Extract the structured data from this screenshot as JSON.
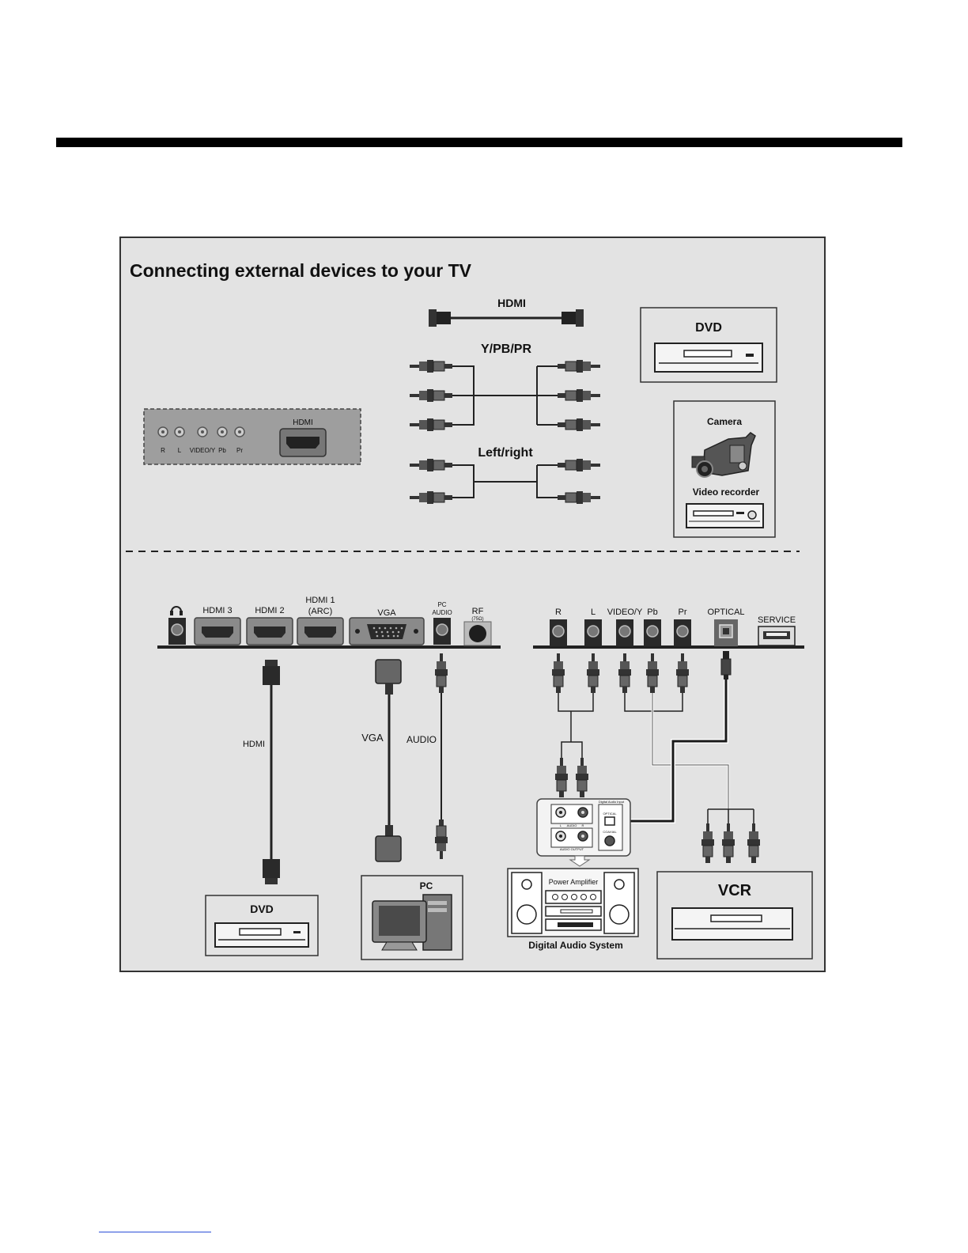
{
  "title": "Connecting external devices to your TV",
  "top": {
    "cable_labels": {
      "hdmi": "HDMI",
      "ypbpr": "Y/PB/PR",
      "left_right": "Left/right"
    },
    "tv_panel": {
      "hdmi": "HDMI",
      "jacks": [
        "R",
        "L",
        "VIDEO/Y",
        "Pb",
        "Pr"
      ]
    },
    "devices": {
      "dvd": "DVD",
      "camera": "Camera",
      "video_recorder": "Video recorder"
    }
  },
  "bottom": {
    "left_ports": {
      "hdmi3": "HDMI 3",
      "hdmi2": "HDMI 2",
      "hdmi1_line1": "HDMI 1",
      "hdmi1_line2": "(ARC)",
      "vga": "VGA",
      "pc_audio_line1": "PC",
      "pc_audio_line2": "AUDIO",
      "rf": "RF",
      "rf_sub": "(75Ω)"
    },
    "right_ports": {
      "r": "R",
      "l": "L",
      "video_y": "VIDEO/Y",
      "pb": "Pb",
      "pr": "Pr",
      "optical": "OPTICAL",
      "service": "SERVICE"
    },
    "cable_labels": {
      "hdmi": "HDMI",
      "vga": "VGA",
      "audio": "AUDIO"
    },
    "devices": {
      "dvd": "DVD",
      "pc": "PC",
      "vcr": "VCR",
      "power_amplifier": "Power Amplifier",
      "digital_audio_system": "Digital Audio System"
    },
    "audio_box": {
      "digital_audio_input": "Digital Audio Input",
      "optical": "OPTICAL",
      "coaxial": "COAXIAL",
      "l": "L",
      "audio": "AUDIO",
      "r": "R",
      "audio_output": "AUDIO OUTPUT"
    }
  }
}
